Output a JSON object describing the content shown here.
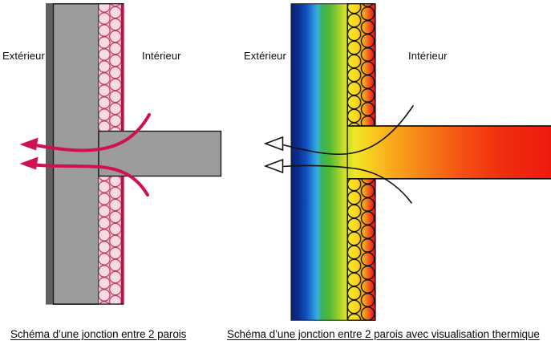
{
  "figure": {
    "left_diagram": {
      "caption": "Schéma d’une jonction entre 2 parois",
      "labels": {
        "exterior": "Extérieur",
        "interior": "Intérieur"
      },
      "colors": {
        "wall_gray": "#9c9c9c",
        "exterior_cladding_dark_gray": "#606060",
        "insulation_fill_pink": "#f8dbe1",
        "insulation_background_pink": "#f1c6d2",
        "insulation_outline": "#bd3a68",
        "interior_lining_red": "#c60a42",
        "heat_arrow_crimson": "#d11050",
        "outline_black": "#1a1a1a"
      }
    },
    "right_diagram": {
      "caption": "Schéma d’une jonction entre 2 parois avec visualisation thermique",
      "labels": {
        "exterior": "Extérieur",
        "interior": "Intérieur"
      },
      "thermal_scale": {
        "coldest": "#0a2273",
        "cold": "#114fc0",
        "cool": "#36b1dc",
        "mild": "#3bb257",
        "warm": "#f7d121",
        "hot": "#f8a81c",
        "hottest": "#ed1a0c"
      },
      "arrow_color": "#111111"
    }
  }
}
